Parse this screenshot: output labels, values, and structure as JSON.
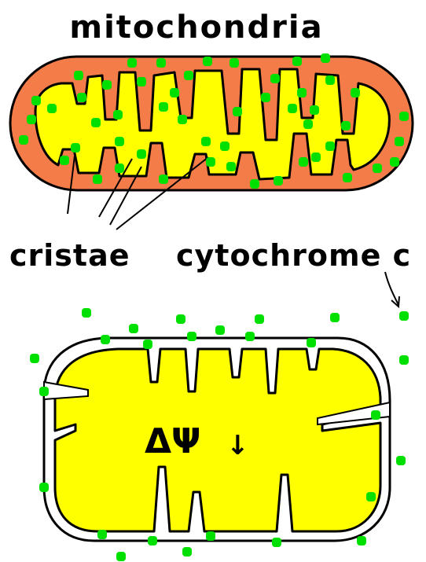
{
  "title": "mitochondria",
  "labels": {
    "cristae": "cristae",
    "cytochrome": "cytochrome c",
    "potential": "ΔΨ",
    "potential_arrow": "↓"
  },
  "colors": {
    "background": "#ffffff",
    "outer_membrane_space": "#f47c48",
    "matrix": "#ffff00",
    "cytochrome_c": "#00e000",
    "outline": "#000000"
  },
  "icons": {
    "cytochrome_dot": "green-plus-dot",
    "arrow": "down-arrow"
  }
}
